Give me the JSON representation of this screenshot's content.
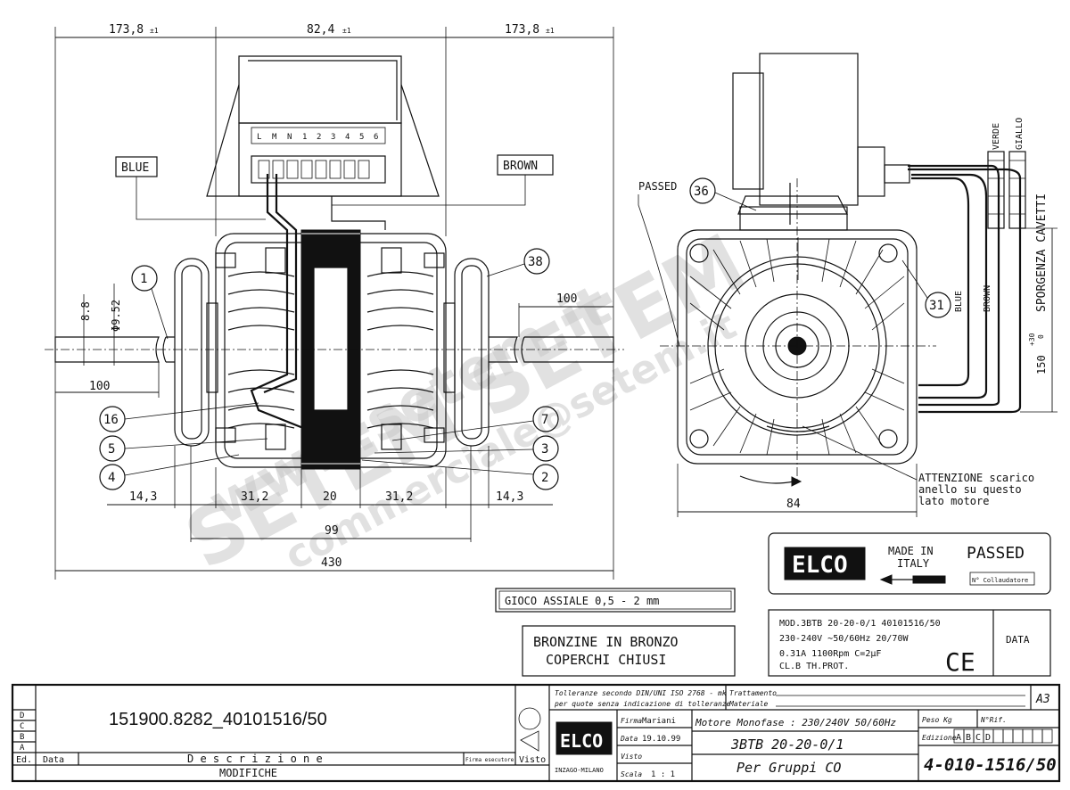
{
  "dimensions": {
    "left_shaft": "173,8",
    "center_body": "82,4",
    "right_shaft": "173,8",
    "tolerance": "±1",
    "shaft_dia_a": "8.8",
    "shaft_dia_b": "Φ9.52",
    "left_shaft_len": "100",
    "right_shaft_len": "100",
    "pulley_left": "14,3",
    "pulley_right": "14,3",
    "body_left": "31,2",
    "stator": "20",
    "body_right": "31,2",
    "body_total": "99",
    "overall": "430",
    "side_width": "84",
    "cable_len": "150",
    "cable_tol_plus": "+30",
    "cable_tol_minus": "0"
  },
  "labels": {
    "blue_box": "BLUE",
    "brown_box": "BROWN",
    "passed": "PASSED",
    "wire_blue": "BLUE",
    "wire_brown": "BROWN",
    "wire_verde": "VERDE",
    "wire_giallo": "GIALLO",
    "sporgenza": "SPORGENZA CAVETTI",
    "attention_1": "ATTENZIONE scarico",
    "attention_2": "anello su questo",
    "attention_3": "lato motore",
    "terminals": [
      "L",
      "M",
      "N",
      "1",
      "2",
      "3",
      "4",
      "5",
      "6"
    ]
  },
  "callouts": [
    "1",
    "16",
    "5",
    "4",
    "7",
    "3",
    "2",
    "38",
    "36",
    "31"
  ],
  "watermark": {
    "line1": "www.setem.it",
    "line2": "SETEM SETEM",
    "line3": "commerciale@setem.it"
  },
  "nameplate": {
    "brand": "ELCO",
    "made_in": "MADE IN",
    "italy": "ITALY",
    "passed": "PASSED",
    "collaudatore": "N° Collaudatore",
    "line1": "MOD.3BTB 20-20-0/1   40101516/50",
    "line2": "230-240V ∼50/60Hz 20/70W",
    "line3": "0.31A   1100Rpm  C=2µF",
    "line4": "CL.B    TH.PROT.",
    "ce": "CE",
    "data": "DATA"
  },
  "notes": {
    "gioco": "GIOCO ASSIALE   0,5 - 2 mm",
    "bronzine_1": "BRONZINE IN BRONZO",
    "bronzine_2": "COPERCHI CHIUSI"
  },
  "title_block": {
    "part_number": "151900.8282_40101516/50",
    "rev_letters": [
      "D",
      "C",
      "B",
      "A"
    ],
    "col_ed": "Ed.",
    "col_data": "Data",
    "descrizione": "D e s c r i z i o n e",
    "modifiche": "MODIFICHE",
    "firma_esecutore": "Firma esecutore",
    "visto": "Visto",
    "tolerance_note_1": "Tolleranze secondo DIN/UNI ISO 2768 - mk",
    "tolerance_note_2": "per quote senza indicazione di tolleranze",
    "trattamento": "Trattamento",
    "materiale": "Materiale",
    "sheet_size": "A3",
    "brand": "ELCO",
    "location": "INZAGO-MILANO",
    "firma_label": "Firma",
    "firma_value": "Mariani",
    "data_label": "Data",
    "data_value": "19.10.99",
    "visto_label": "Visto",
    "scala_label": "Scala",
    "scala_value": "1 : 1",
    "title_line1": "Motore Monofase : 230/240V  50/60Hz",
    "title_line2": "3BTB 20-20-0/1",
    "title_line3": "Per Gruppi CO",
    "peso": "Peso Kg",
    "nrif": "N°Rif.",
    "edizione": "Edizione",
    "edition_letters": [
      "A",
      "B",
      "C",
      "D"
    ],
    "drawing_number": "4-010-1516/50"
  }
}
